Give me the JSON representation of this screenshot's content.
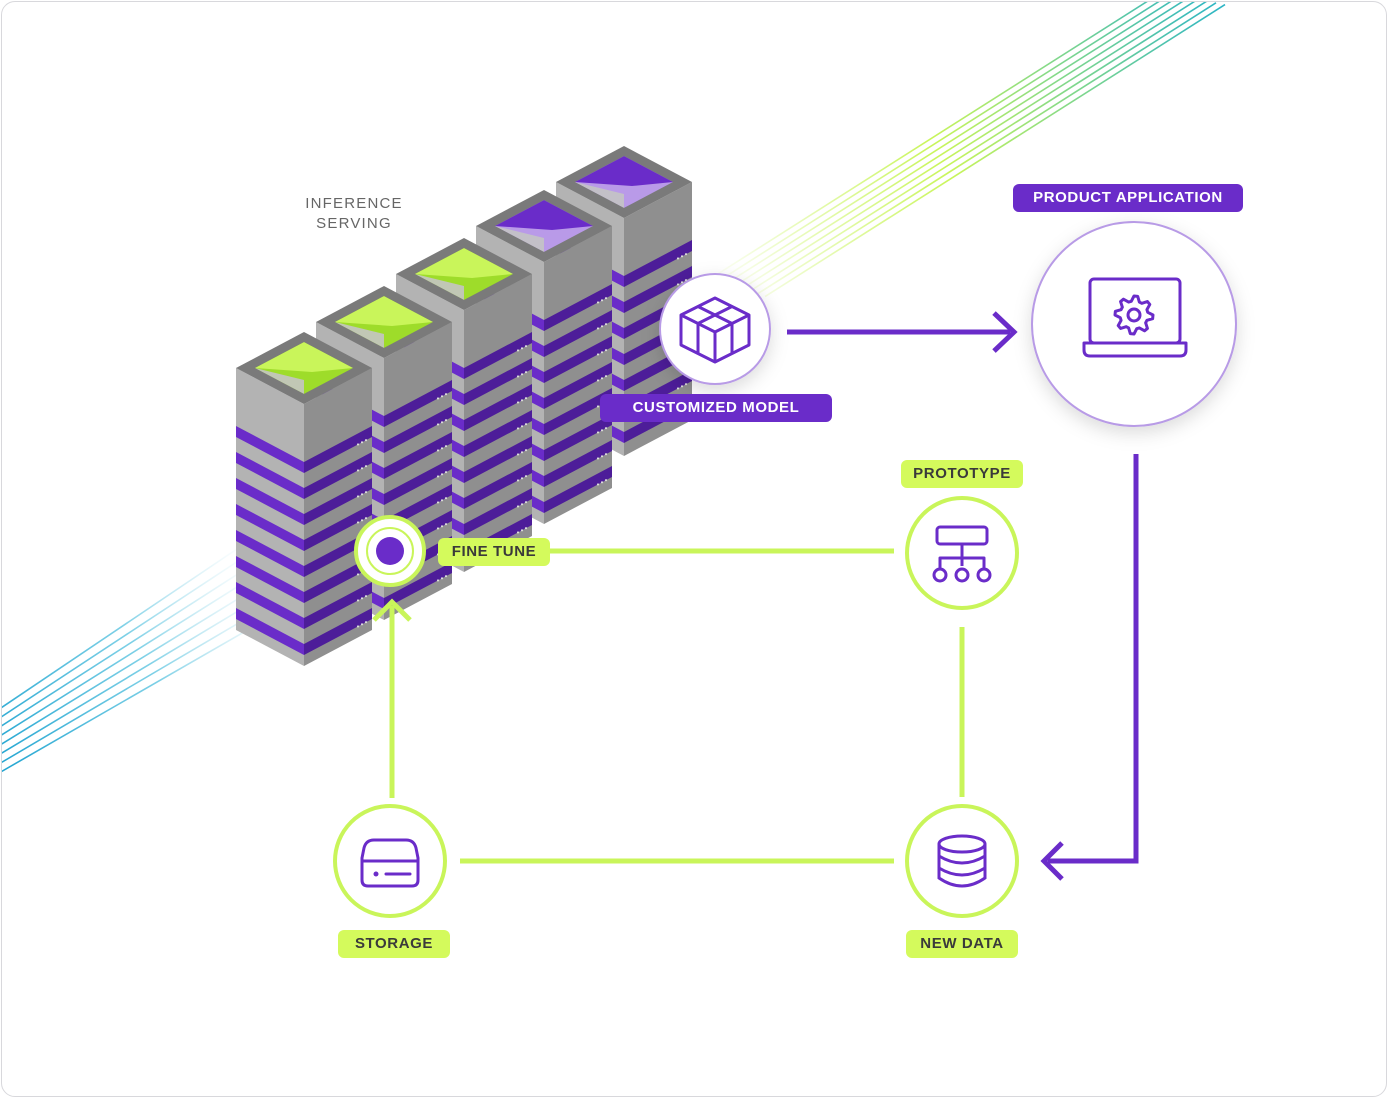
{
  "colors": {
    "purple": "#6a2cc9",
    "lime": "#c9f55a",
    "lime_label": "#d4fa5c",
    "cyan": "#27b3d4",
    "server_gray": "#a7a7a7"
  },
  "diagram": {
    "inference_serving": {
      "line1": "INFERENCE",
      "line2": "SERVING"
    },
    "customized_model": {
      "label": "CUSTOMIZED MODEL",
      "icon": "cube-icon"
    },
    "product_application": {
      "label": "PRODUCT APPLICATION",
      "icon": "laptop-gear-icon"
    },
    "fine_tune": {
      "label": "FINE TUNE",
      "icon": "target-dot-icon"
    },
    "prototype": {
      "label": "PROTOTYPE",
      "icon": "hierarchy-icon"
    },
    "new_data": {
      "label": "NEW DATA",
      "icon": "database-icon"
    },
    "storage": {
      "label": "STORAGE",
      "icon": "hard-drive-icon"
    }
  },
  "edges": [
    {
      "from": "customized_model",
      "to": "product_application"
    },
    {
      "from": "product_application",
      "to": "new_data"
    },
    {
      "from": "new_data",
      "to": "prototype"
    },
    {
      "from": "prototype",
      "to": "fine_tune"
    },
    {
      "from": "new_data",
      "to": "storage"
    },
    {
      "from": "storage",
      "to": "fine_tune"
    }
  ]
}
